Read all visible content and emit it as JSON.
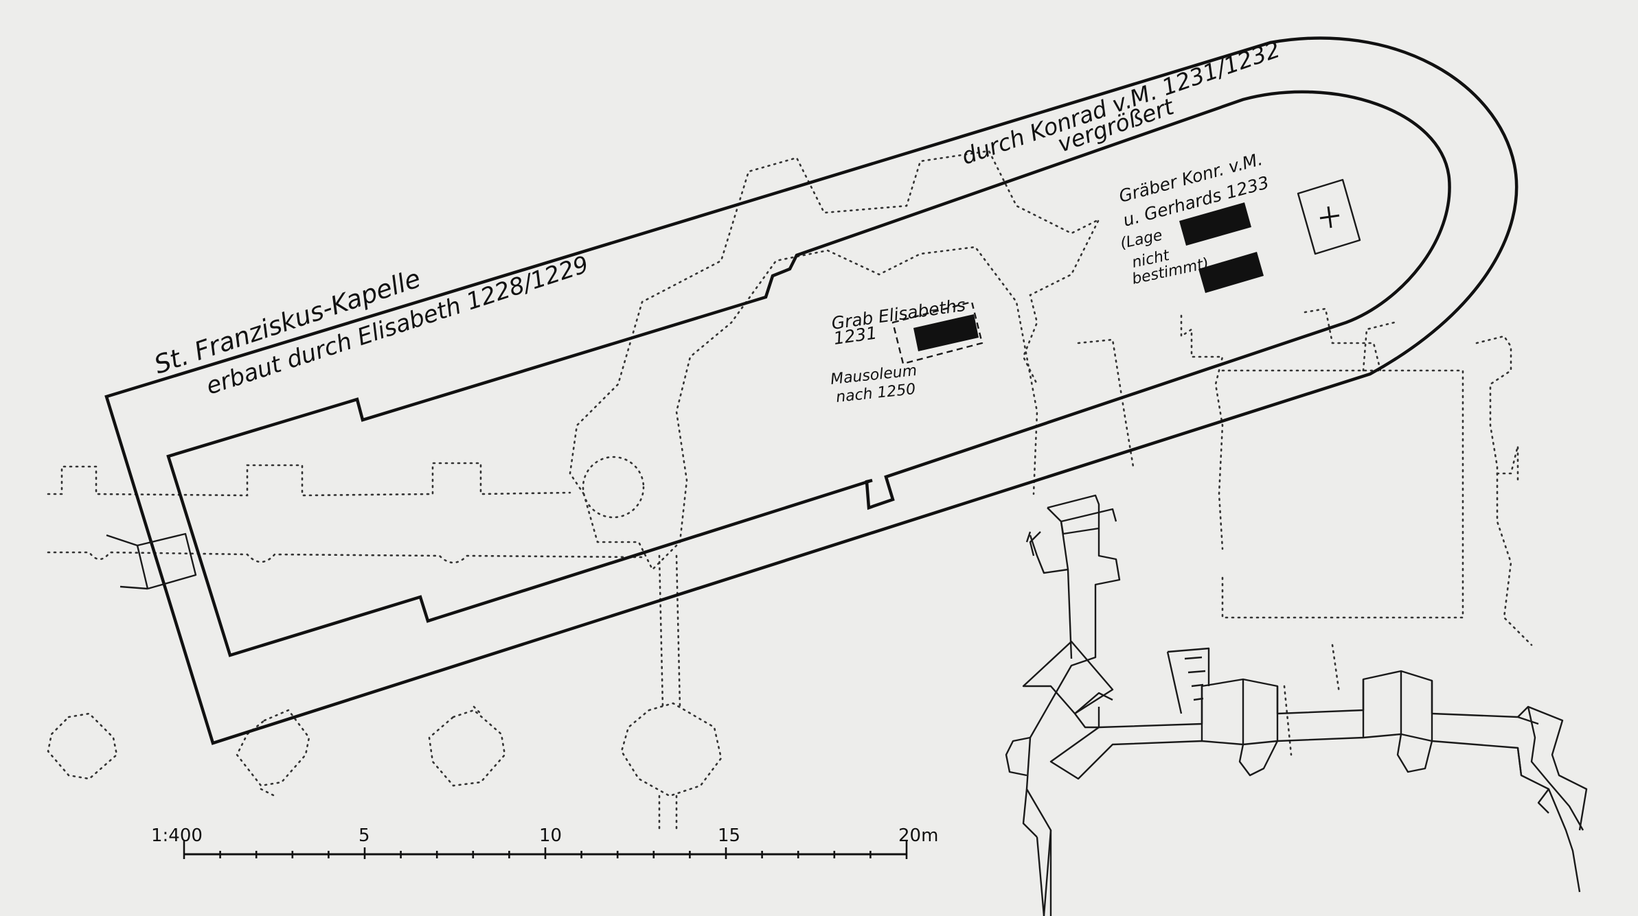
{
  "plan": {
    "chapel_title": "St. Franziskus-Kapelle",
    "chapel_built": "erbaut durch Elisabeth 1228/1229",
    "enlarged_line1": "durch Konrad v.M. 1231/1232",
    "enlarged_line2": "vergrößert",
    "tombs_title_line1": "Gräber Konr. v.M.",
    "tombs_title_line2": "u. Gerhards 1233",
    "tombs_note_line1": "(Lage",
    "tombs_note_line2": "nicht",
    "tombs_note_line3": "bestimmt)",
    "grave_label_line1": "Grab Elisabeths",
    "grave_label_line2": "1231",
    "mausoleum_line1": "Mausoleum",
    "mausoleum_line2": "nach 1250"
  },
  "scale": {
    "ratio": "1:400",
    "labels": [
      "5",
      "10",
      "15",
      "20m"
    ]
  },
  "icons": [
    "cross-icon"
  ],
  "colors": {
    "ink": "#111111",
    "paper": "#ededeb"
  }
}
